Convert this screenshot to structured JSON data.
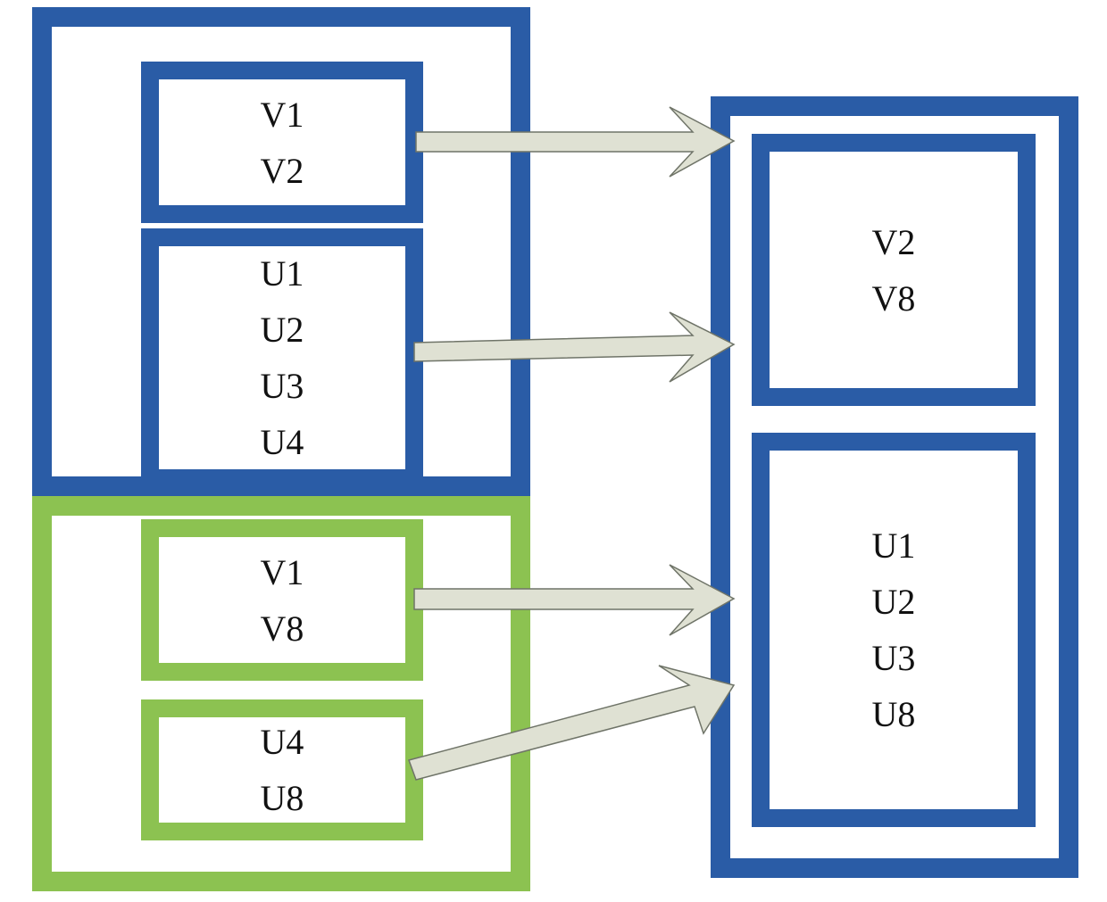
{
  "colors": {
    "blue": "#2a5ca6",
    "green": "#8cc251",
    "arrow": "#dfe1d3"
  },
  "left_blue_group": {
    "box_v": [
      "V1",
      "V2"
    ],
    "box_u": [
      "U1",
      "U2",
      "U3",
      "U4"
    ]
  },
  "left_green_group": {
    "box_v": [
      "V1",
      "V8"
    ],
    "box_u": [
      "U4",
      "U8"
    ]
  },
  "right_group": {
    "box_v": [
      "V2",
      "V8"
    ],
    "box_u": [
      "U1",
      "U2",
      "U3",
      "U8"
    ]
  }
}
